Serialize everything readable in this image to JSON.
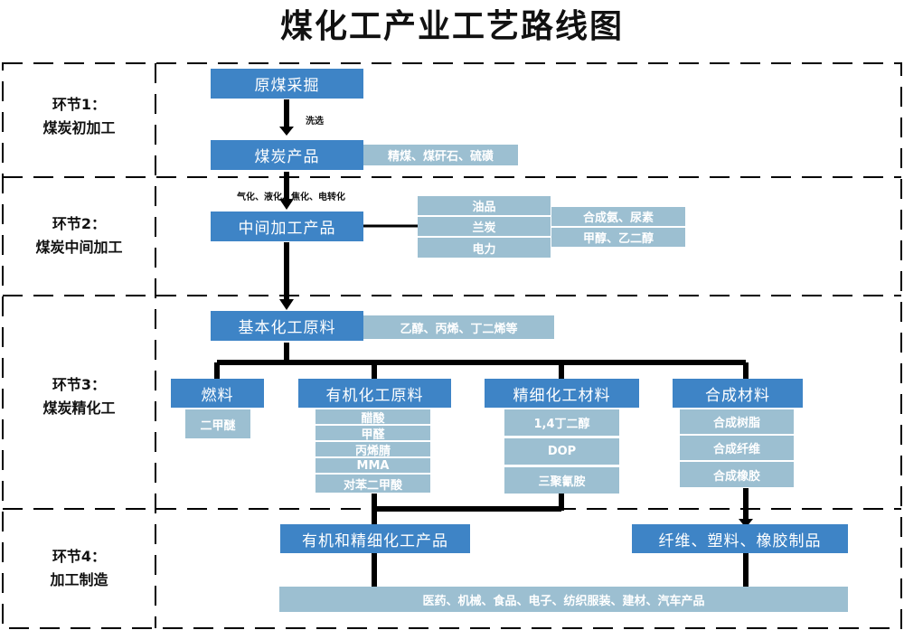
{
  "title": "煤化工产业工艺路线图",
  "stages": [
    {
      "line1": "环节1：",
      "line2": "煤炭初加工"
    },
    {
      "line1": "环节2：",
      "line2": "煤炭中间加工"
    },
    {
      "line1": "环节3：",
      "line2": "煤炭精化工"
    },
    {
      "line1": "环节4：",
      "line2": "加工制造"
    }
  ],
  "nodes": {
    "mining": "原煤采掘",
    "washing": "洗选",
    "coal_products": "煤炭产品",
    "coal_products_detail": "精煤、煤矸石、硫磺",
    "processes": "气化、液化、焦化、电转化",
    "intermediate": "中间加工产品",
    "oil": "油品",
    "semi_coke": "兰炭",
    "power": "电力",
    "ammonia_urea": "合成氨、尿素",
    "methanol_glycol": "甲醇、乙二醇",
    "basic_materials": "基本化工原料",
    "basic_materials_detail": "乙醇、丙烯、丁二烯等",
    "fuel": "燃料",
    "fuel_items": [
      "二甲醚"
    ],
    "organic": "有机化工原料",
    "organic_items": [
      "醋酸",
      "甲醛",
      "丙烯腈",
      "MMA",
      "对苯二甲酸"
    ],
    "fine": "精细化工材料",
    "fine_items": [
      "1,4丁二醇",
      "DOP",
      "三聚氰胺"
    ],
    "synthetic": "合成材料",
    "synthetic_items": [
      "合成树脂",
      "合成纤维",
      "合成橡胶"
    ],
    "organic_fine_products": "有机和精细化工产品",
    "fiber_plastic_rubber": "纤维、塑料、橡胶制品",
    "applications": "医药、机械、食品、电子、纺织服装、建材、汽车产品"
  },
  "colors": {
    "dark_box": "#3e84c6",
    "light_box": "#9cbfd1",
    "line": "#000000"
  }
}
